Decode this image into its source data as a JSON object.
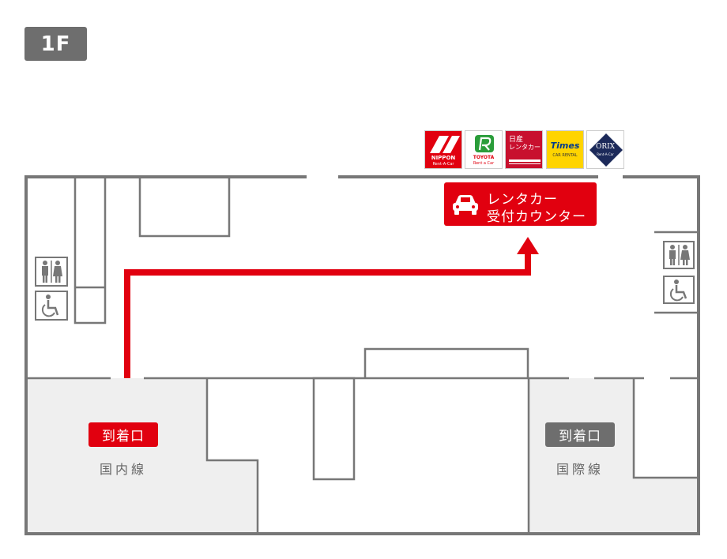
{
  "floor": {
    "label": "1F"
  },
  "colors": {
    "wall": "#777777",
    "route": "#e1000f",
    "arrival_area": "#efefef",
    "badge_gray": "#6e6e6e"
  },
  "rental_logos": [
    {
      "name": "NIPPON Rent-A-Car",
      "line1": "NIPPON",
      "line2": "Rent-A-Car"
    },
    {
      "name": "TOYOTA Rent a Car",
      "line1": "TOYOTA",
      "line2": "Rent a Car"
    },
    {
      "name": "日産レンタカー",
      "line1": "日産",
      "line2": "レンタカー"
    },
    {
      "name": "Times CAR RENTAL",
      "line1": "Times",
      "line2": "CAR RENTAL"
    },
    {
      "name": "ORIX Rent-A-Car",
      "line1": "ORIX",
      "line2": "Rent-A-Car"
    }
  ],
  "counter": {
    "icon": "car-icon",
    "line1": "レンタカー",
    "line2": "受付カウンター"
  },
  "arrivals": {
    "domestic": {
      "badge": "到着口",
      "label": "国内線"
    },
    "international": {
      "badge": "到着口",
      "label": "国際線"
    }
  },
  "facility_icons": [
    "restroom-icon",
    "accessible-icon"
  ]
}
